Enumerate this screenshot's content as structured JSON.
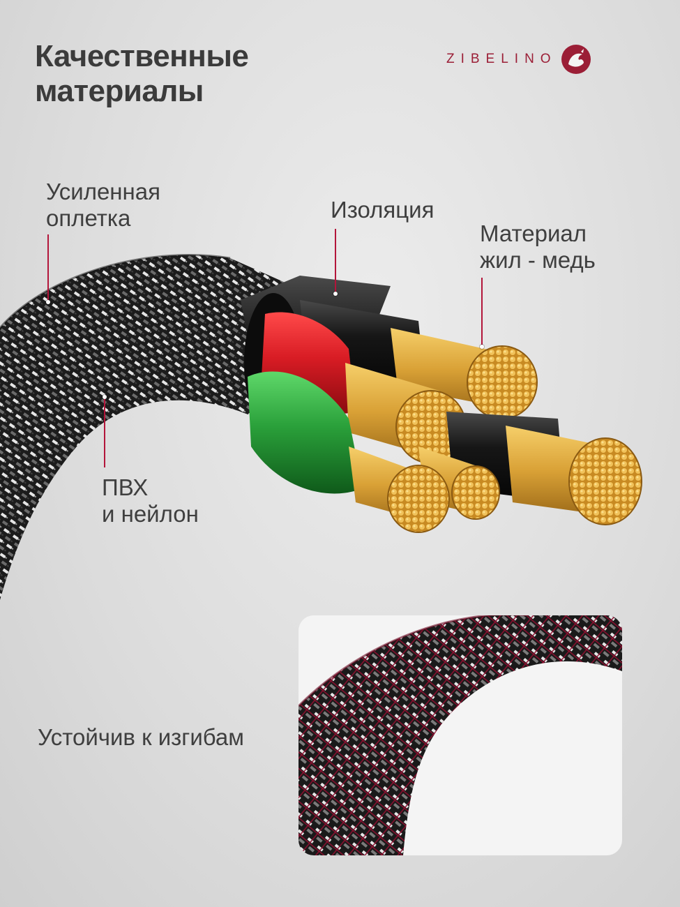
{
  "headline": {
    "line1": "Качественные",
    "line2": "материалы"
  },
  "brand": {
    "name": "ZIBELINO",
    "logo_icon": "sable-logo-icon",
    "color": "#9b1e36"
  },
  "callouts": {
    "braid": {
      "line1": "Усиленная",
      "line2": "оплетка"
    },
    "insulation": {
      "line1": "Изоляция"
    },
    "core": {
      "line1": "Материал",
      "line2": "жил - медь"
    },
    "pvc": {
      "line1": "ПВХ",
      "line2": "и нейлон"
    }
  },
  "bend": {
    "label": "Устойчив к изгибам"
  },
  "colors": {
    "accent": "#b3153a",
    "wire_red": "#d81c24",
    "wire_green": "#2aa03a",
    "wire_black": "#161616",
    "copper": "#d9a136"
  }
}
